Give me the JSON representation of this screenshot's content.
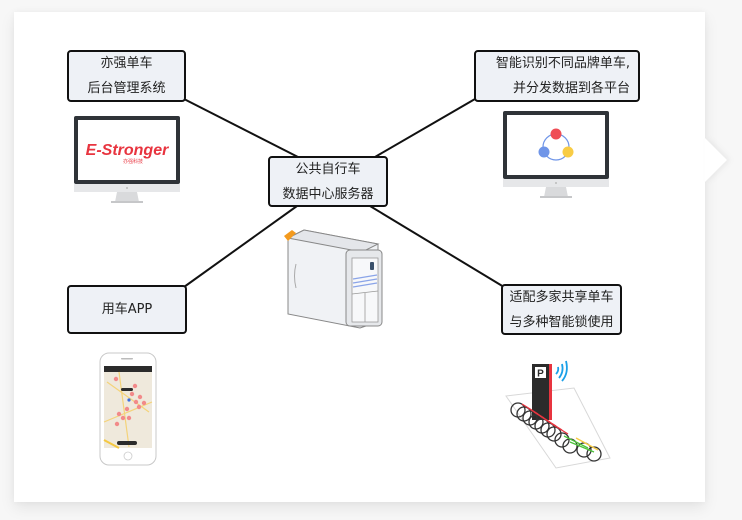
{
  "diagram": {
    "center": {
      "lines": [
        "公共自行车",
        "数据中心服务器"
      ],
      "icon": "server-tower-icon"
    },
    "nodes": [
      {
        "id": "backend",
        "lines": [
          "亦强单车",
          "后台管理系统"
        ],
        "icon": "monitor-estronger-logo-icon",
        "logo_text": "E-Stronger",
        "logo_sub": "亦强科技"
      },
      {
        "id": "platforms",
        "lines": [
          "智能识别不同品牌单车,",
          "并分发数据到各平台"
        ],
        "icon": "monitor-share-network-icon"
      },
      {
        "id": "app",
        "lines": [
          "用车APP"
        ],
        "icon": "smartphone-map-icon"
      },
      {
        "id": "locks",
        "lines": [
          "适配多家共享单车",
          "与多种智能锁使用"
        ],
        "icon": "bike-parking-station-icon",
        "station_label": "P"
      }
    ],
    "edges": [
      [
        "backend",
        "center"
      ],
      [
        "platforms",
        "center"
      ],
      [
        "app",
        "center"
      ],
      [
        "locks",
        "center"
      ]
    ]
  },
  "colors": {
    "box_fill": "#eef1f6",
    "border": "#111111",
    "brand_red": "#e8343f",
    "node_red": "#ef4d55",
    "node_blue": "#6f95e8",
    "node_yellow": "#f8cc45",
    "accent_orange": "#f39a1e",
    "wifi_blue": "#1aa0e8"
  }
}
